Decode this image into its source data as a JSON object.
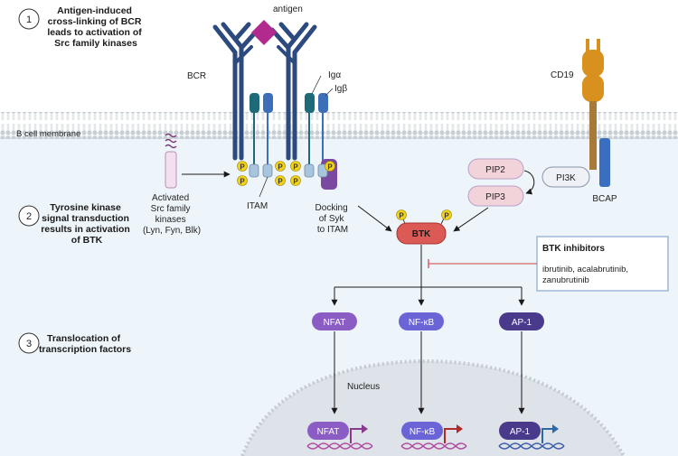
{
  "steps": [
    {
      "number": "1",
      "lines": [
        "Antigen-induced",
        "cross-linking of BCR",
        "leads  to activation of",
        "Src family kinases"
      ]
    },
    {
      "number": "2",
      "lines": [
        "Tyrosine kinase",
        "signal transduction",
        "results in activation",
        "of BTK"
      ]
    },
    {
      "number": "3",
      "lines": [
        "Translocation of",
        "transcription factors"
      ]
    }
  ],
  "labels": {
    "antigen": "antigen",
    "bcr": "BCR",
    "ig_alpha": "Igα",
    "ig_beta": "Igβ",
    "membrane": "B cell membrane",
    "cd19": "CD19",
    "bcap": "BCAP",
    "src_kinases": [
      "Activated",
      "Src family",
      "kinases",
      "(Lyn, Fyn, Blk)"
    ],
    "itam": "ITAM",
    "docking": [
      "Docking",
      "of Syk",
      "to ITAM"
    ],
    "phospho": "P",
    "pip2": "PIP2",
    "pip3": "PIP3",
    "pi3k": "PI3K",
    "btk": "BTK",
    "nucleus": "Nucleus"
  },
  "inhibitors": {
    "title": "BTK inhibitors",
    "lines": [
      "ibrutinib, acalabrutinib,",
      "zanubrutinib"
    ]
  },
  "transcription_factors": [
    {
      "name": "NFAT",
      "color": "#8a5cc4"
    },
    {
      "name": "NF-κB",
      "color": "#6a64d6"
    },
    {
      "name": "AP-1",
      "color": "#4a3a8c"
    }
  ],
  "colors": {
    "receptor_blue": "#2c4a7e",
    "antigen": "#b32a8f",
    "ig_alpha": "#1e6a78",
    "ig_beta": "#3d6fb8",
    "btk": "#dc5a56",
    "pip": "#f3d3da",
    "cd19": "#d8901e",
    "bcap": "#3a6fc0",
    "phospho": "#f2d21a",
    "inhibitor_border": "#9fb8d8",
    "inhibition_line": "#d04040",
    "membrane": "#b8c2c8",
    "cytoplasm": "#eef5fa"
  }
}
